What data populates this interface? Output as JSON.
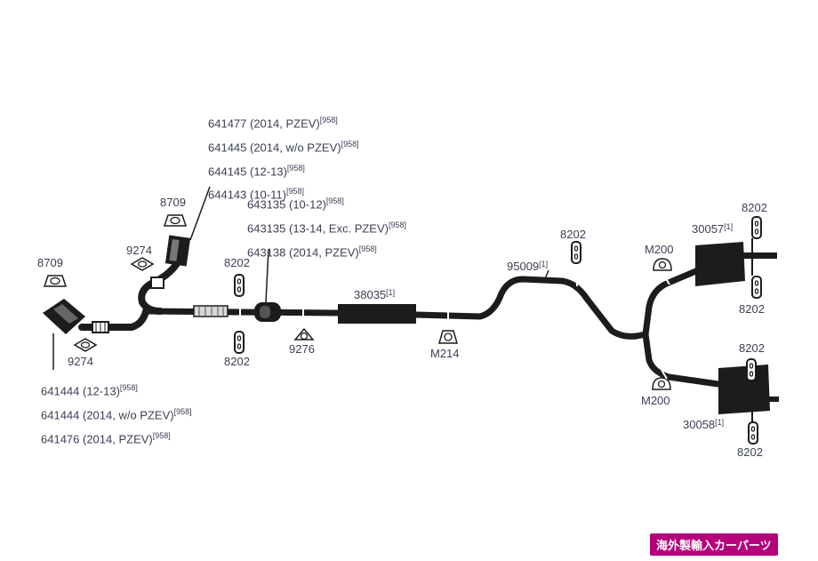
{
  "callouts": {
    "cat_conv_upper": [
      {
        "text": "641477 (2014, PZEV)",
        "note": "[958]"
      },
      {
        "text": "641445 (2014, w/o PZEV)",
        "note": "[958]"
      },
      {
        "text": "644145 (12-13)",
        "note": "[958]"
      },
      {
        "text": "644143 (10-11)",
        "note": "[958]"
      }
    ],
    "resonator": [
      {
        "text": "643135 (10-12)",
        "note": "[958]"
      },
      {
        "text": "643135 (13-14, Exc. PZEV)",
        "note": "[958]"
      },
      {
        "text": "643138 (2014, PZEV)",
        "note": "[958]"
      }
    ],
    "cat_conv_lower": [
      {
        "text": "641444 (12-13)",
        "note": "[958]"
      },
      {
        "text": "641444 (2014, w/o PZEV)",
        "note": "[958]"
      },
      {
        "text": "641476 (2014, PZEV)",
        "note": "[958]"
      }
    ]
  },
  "parts": {
    "gasket_8709_upper": "8709",
    "gasket_8709_left": "8709",
    "gasket_9274_upper": "9274",
    "gasket_9274_lower": "9274",
    "hanger_8202_pipe_top": "8202",
    "hanger_8202_pipe_bottom": "8202",
    "clamp_9276": "9276",
    "muffler_38035": "38035",
    "muffler_38035_note": "[1]",
    "hanger_m214": "M214",
    "pipe_95009": "95009",
    "pipe_95009_note": "[1]",
    "hanger_8202_mid": "8202",
    "hanger_m200_upper": "M200",
    "hanger_m200_lower": "M200",
    "muffler_30057": "30057",
    "muffler_30057_note": "[1]",
    "muffler_30058": "30058",
    "muffler_30058_note": "[1]",
    "hanger_8202_right_1": "8202",
    "hanger_8202_right_2": "8202",
    "hanger_8202_right_3": "8202",
    "hanger_8202_right_4": "8202"
  },
  "badge": {
    "text": "海外製輸入カーパーツ",
    "color": "#b5007c"
  },
  "colors": {
    "ink": "#1c1c1c",
    "label": "#3a3f52"
  }
}
